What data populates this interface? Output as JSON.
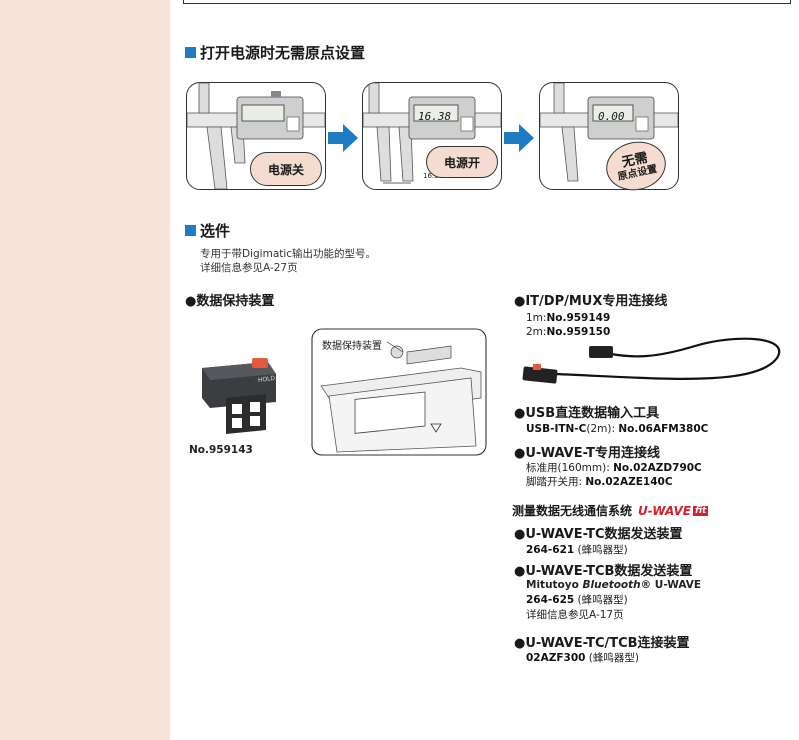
{
  "section_power": {
    "title": "打开电源时无需原点设置"
  },
  "panels": [
    {
      "display": "",
      "badge": "电源关"
    },
    {
      "display": "16.38",
      "badge": "电源开",
      "measure": "16.38"
    },
    {
      "display": "0.00",
      "badge_line1": "无需",
      "badge_line2": "原点设置"
    }
  ],
  "section_options": {
    "title": "选件",
    "desc_line1": "专用于带Digimatic输出功能的型号。",
    "desc_line2": "详细信息参见A-27页"
  },
  "data_hold": {
    "title": "●数据保持装置",
    "hold_label": "HOLD",
    "callout": "数据保持装置",
    "part_no": "No.959143"
  },
  "cable": {
    "title": "●IT/DP/MUX专用连接线",
    "line1_prefix": "1m:",
    "line1_no": "No.959149",
    "line2_prefix": "2m:",
    "line2_no": "No.959150"
  },
  "usb": {
    "title": "●USB直连数据输入工具",
    "line_prefix": "USB-ITN-C",
    "line_mid": "(2m): ",
    "line_no": "No.06AFM380C"
  },
  "uwave_t": {
    "title": "●U-WAVE-T专用连接线",
    "line1_prefix": "标准用(160mm): ",
    "line1_no": "No.02AZD790C",
    "line2_prefix": "脚踏开关用: ",
    "line2_no": "No.02AZE140C"
  },
  "wireless": {
    "title": "测量数据无线通信系统",
    "logo_main": "U-WAVE",
    "logo_fit": "fit"
  },
  "uwave_tc": {
    "title": "●U-WAVE-TC数据发送装置",
    "code": "264-621",
    "type": " (蜂鸣器型)"
  },
  "uwave_tcb": {
    "title": "●U-WAVE-TCB数据发送装置",
    "line1_a": "Mitutoyo ",
    "line1_b": "Bluetooth",
    "line1_c": "® U-WAVE",
    "code": "264-625",
    "type": " (蜂鸣器型)",
    "ref": "详细信息参见A-17页"
  },
  "uwave_conn": {
    "title": "●U-WAVE-TC/TCB连接装置",
    "code": "02AZF300",
    "type": " (蜂鸣器型)"
  },
  "colors": {
    "accent": "#1e7cc4",
    "sidebar": "#f7e4d8",
    "badge": "#f4ddd0",
    "logo_red": "#d4202a"
  }
}
